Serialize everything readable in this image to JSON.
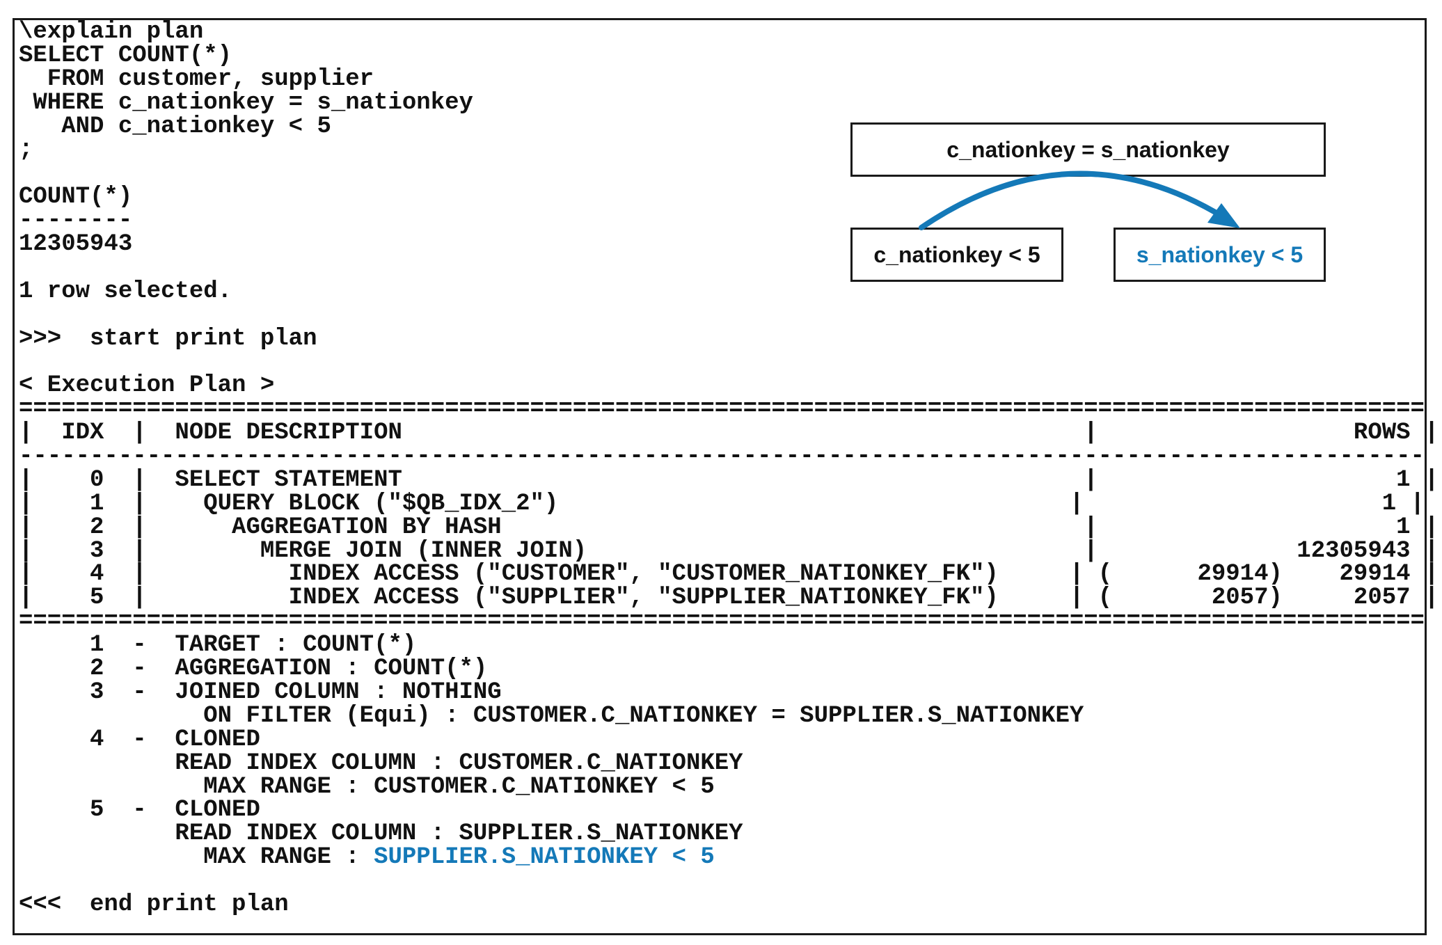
{
  "console": {
    "lines": [
      {
        "text": "\\explain plan"
      },
      {
        "text": "SELECT COUNT(*)"
      },
      {
        "text": "  FROM customer, supplier"
      },
      {
        "text": " WHERE c_nationkey = s_nationkey"
      },
      {
        "text": "   AND c_nationkey < 5"
      },
      {
        "text": ";"
      },
      {
        "text": ""
      },
      {
        "text": "COUNT(*)"
      },
      {
        "text": "--------"
      },
      {
        "text": "12305943"
      },
      {
        "text": ""
      },
      {
        "text": "1 row selected."
      },
      {
        "text": ""
      },
      {
        "text": ">>>  start print plan"
      },
      {
        "text": ""
      },
      {
        "text": "< Execution Plan >"
      },
      {
        "text": "==================================================================================================="
      },
      {
        "text": "|  IDX  |  NODE DESCRIPTION                                                |                  ROWS |"
      },
      {
        "text": "---------------------------------------------------------------------------------------------------"
      },
      {
        "text": "|    0  |  SELECT STATEMENT                                                |                     1 |"
      },
      {
        "text": "|    1  |    QUERY BLOCK (\"$QB_IDX_2\")                                    |                     1 |"
      },
      {
        "text": "|    2  |      AGGREGATION BY HASH                                         |                     1 |"
      },
      {
        "text": "|    3  |        MERGE JOIN (INNER JOIN)                                   |              12305943 |"
      },
      {
        "text": "|    4  |          INDEX ACCESS (\"CUSTOMER\", \"CUSTOMER_NATIONKEY_FK\")     | (      29914)    29914 |"
      },
      {
        "text": "|    5  |          INDEX ACCESS (\"SUPPLIER\", \"SUPPLIER_NATIONKEY_FK\")     | (       2057)     2057 |"
      },
      {
        "text": "==================================================================================================="
      },
      {
        "text": "     1  -  TARGET : COUNT(*)"
      },
      {
        "text": "     2  -  AGGREGATION : COUNT(*)"
      },
      {
        "text": "     3  -  JOINED COLUMN : NOTHING"
      },
      {
        "text": "             ON FILTER (Equi) : CUSTOMER.C_NATIONKEY = SUPPLIER.S_NATIONKEY"
      },
      {
        "text": "     4  -  CLONED"
      },
      {
        "text": "           READ INDEX COLUMN : CUSTOMER.C_NATIONKEY"
      },
      {
        "text": "             MAX RANGE : CUSTOMER.C_NATIONKEY < 5"
      },
      {
        "text": "     5  -  CLONED"
      },
      {
        "text": "           READ INDEX COLUMN : SUPPLIER.S_NATIONKEY"
      },
      {
        "text": "             MAX RANGE : ",
        "highlight": "SUPPLIER.S_NATIONKEY < 5"
      },
      {
        "text": ""
      },
      {
        "text": "<<<  end print plan"
      }
    ]
  },
  "diagram": {
    "join_condition": "c_nationkey = s_nationkey",
    "source_predicate": "c_nationkey < 5",
    "derived_predicate": "s_nationkey < 5"
  },
  "colors": {
    "accent": "#1479b8",
    "text": "#111111",
    "border": "#1a1a1a"
  }
}
